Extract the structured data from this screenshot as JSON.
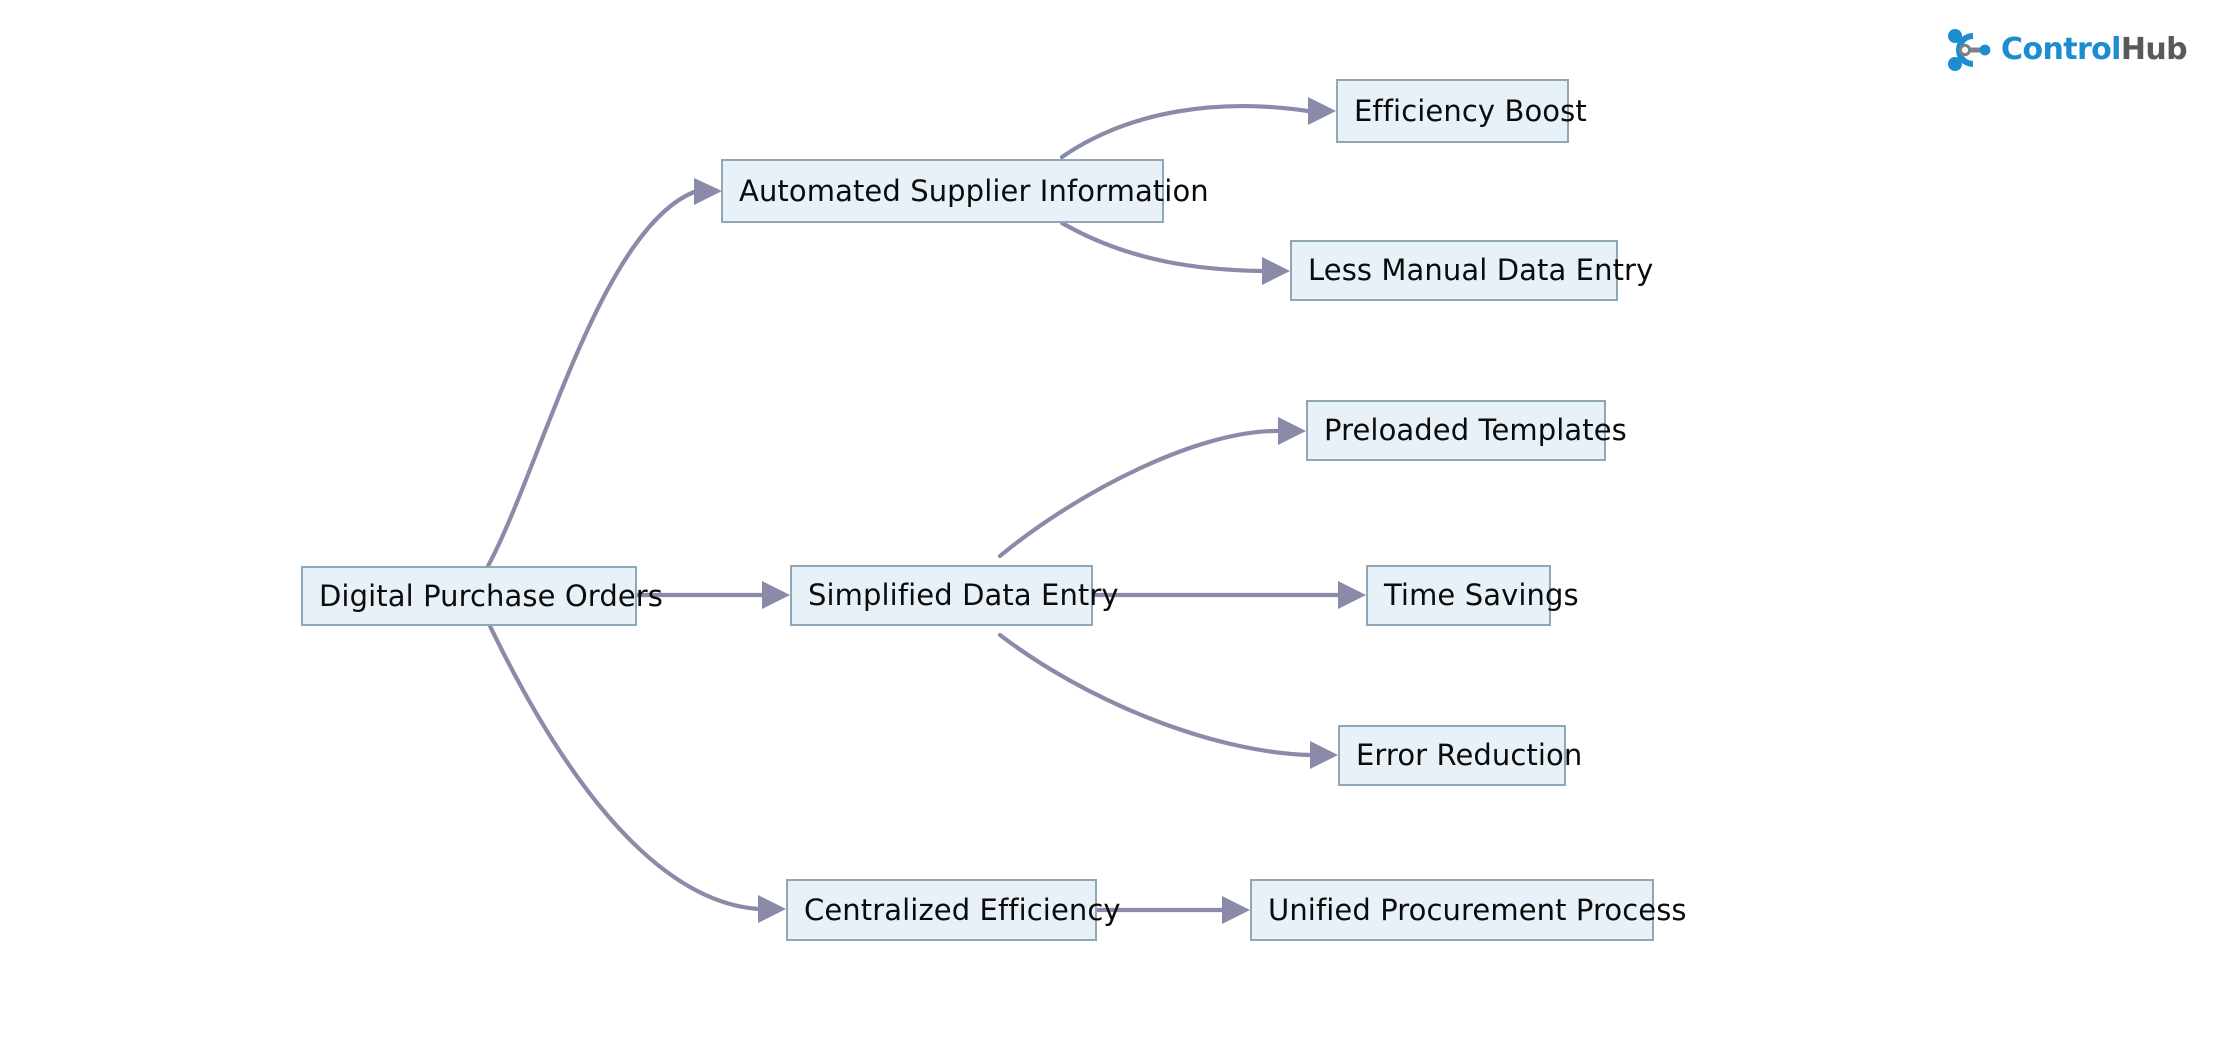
{
  "brand": {
    "name_part1": "Control",
    "name_part2": "Hub",
    "icon": "hub-network-icon",
    "color_primary": "#1c8dd0",
    "color_secondary": "#58595b"
  },
  "theme": {
    "node_fill": "#e8f1f7",
    "node_border": "#8fa8b8",
    "edge_color": "#8a8ba8",
    "text_color": "#0b0b0b",
    "background": "#ffffff"
  },
  "chart_data": {
    "type": "diagram",
    "diagram_kind": "flowchart-left-to-right",
    "title": "",
    "nodes": [
      {
        "id": "root",
        "label": "Digital Purchase Orders",
        "level": 0
      },
      {
        "id": "auto",
        "label": "Automated Supplier Information",
        "level": 1
      },
      {
        "id": "simple",
        "label": "Simplified Data Entry",
        "level": 1
      },
      {
        "id": "central",
        "label": "Centralized Efficiency",
        "level": 1
      },
      {
        "id": "efficiency",
        "label": "Efficiency Boost",
        "level": 2
      },
      {
        "id": "lessmanual",
        "label": "Less Manual Data Entry",
        "level": 2
      },
      {
        "id": "preloaded",
        "label": "Preloaded Templates",
        "level": 2
      },
      {
        "id": "timesave",
        "label": "Time Savings",
        "level": 2
      },
      {
        "id": "errorred",
        "label": "Error Reduction",
        "level": 2
      },
      {
        "id": "unified",
        "label": "Unified Procurement Process",
        "level": 2
      }
    ],
    "edges": [
      {
        "from": "root",
        "to": "auto"
      },
      {
        "from": "root",
        "to": "simple"
      },
      {
        "from": "root",
        "to": "central"
      },
      {
        "from": "auto",
        "to": "efficiency"
      },
      {
        "from": "auto",
        "to": "lessmanual"
      },
      {
        "from": "simple",
        "to": "preloaded"
      },
      {
        "from": "simple",
        "to": "timesave"
      },
      {
        "from": "simple",
        "to": "errorred"
      },
      {
        "from": "central",
        "to": "unified"
      }
    ]
  },
  "nodes": {
    "root": {
      "label": "Digital Purchase Orders"
    },
    "auto": {
      "label": "Automated Supplier Information"
    },
    "simple": {
      "label": "Simplified Data Entry"
    },
    "central": {
      "label": "Centralized Efficiency"
    },
    "efficiency": {
      "label": "Efficiency Boost"
    },
    "lessmanual": {
      "label": "Less Manual Data Entry"
    },
    "preloaded": {
      "label": "Preloaded Templates"
    },
    "timesave": {
      "label": "Time Savings"
    },
    "errorred": {
      "label": "Error Reduction"
    },
    "unified": {
      "label": "Unified Procurement Process"
    }
  }
}
